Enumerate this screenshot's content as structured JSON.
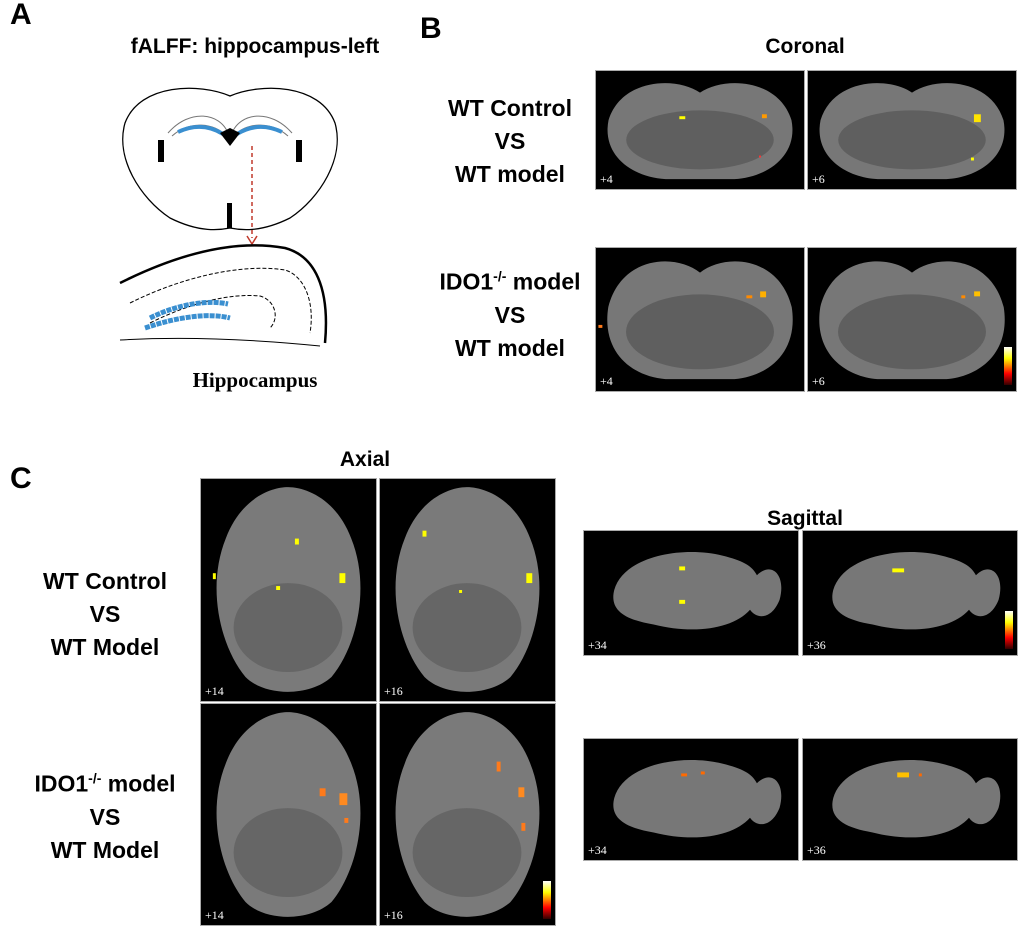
{
  "panels": {
    "A": {
      "letter": "A",
      "title": "fALFF: hippocampus-left",
      "caption": "Hippocampus"
    },
    "B": {
      "letter": "B",
      "view_title": "Coronal",
      "rows": [
        {
          "line1": "WT Control",
          "line2": "VS",
          "line3": "WT model",
          "slices": [
            "+4",
            "+6"
          ]
        },
        {
          "line1_main": "IDO1",
          "line1_sup": "-/-",
          "line1_rest": " model",
          "line2": "VS",
          "line3": "WT model",
          "slices": [
            "+4",
            "+6"
          ]
        }
      ]
    },
    "C": {
      "letter": "C",
      "axial_title": "Axial",
      "sagittal_title": "Sagittal",
      "rows": [
        {
          "line1": "WT Control",
          "line2": "VS",
          "line3": "WT Model",
          "axial_slices": [
            "+14",
            "+16"
          ],
          "sagittal_slices": [
            "+34",
            "+36"
          ]
        },
        {
          "line1_main": "IDO1",
          "line1_sup": "-/-",
          "line1_rest": " model",
          "line2": "VS",
          "line3": "WT Model",
          "axial_slices": [
            "+14",
            "+16"
          ],
          "sagittal_slices": [
            "+34",
            "+36"
          ]
        }
      ]
    }
  },
  "colors": {
    "hippocampus": "#3a8fd0",
    "arrow": "#c0392b",
    "activation_hot": "#ffd800",
    "activation_warm": "#ff7a1a"
  }
}
